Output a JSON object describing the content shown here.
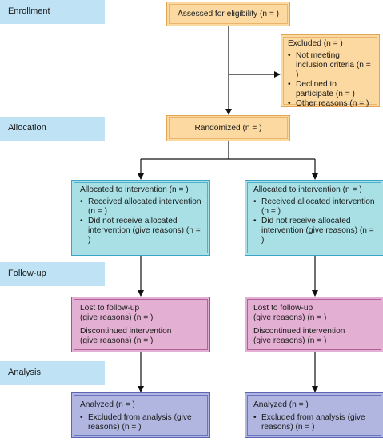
{
  "stages": {
    "enrollment": "Enrollment",
    "allocation": "Allocation",
    "followup": "Follow-up",
    "analysis": "Analysis"
  },
  "assessed": {
    "label": "Assessed for eligibility (n = )"
  },
  "excluded": {
    "title": "Excluded (n = )",
    "items": [
      "Not meeting inclusion criteria (n = )",
      "Declined to participate (n = )",
      "Other reasons (n = )"
    ]
  },
  "randomized": {
    "label": "Randomized (n = )"
  },
  "arms": [
    {
      "allocated_title": "Allocated to intervention (n = )",
      "allocated_items": [
        "Received allocated intervention (n = )",
        "Did not receive allocated intervention (give reasons) (n = )"
      ],
      "lost_line1": "Lost to follow-up",
      "lost_line2": "(give reasons) (n = )",
      "discontinued_line1": "Discontinued intervention",
      "discontinued_line2": "(give reasons) (n = )",
      "analyzed_title": "Analyzed (n = )",
      "analyzed_items": [
        "Excluded from analysis (give reasons) (n = )"
      ]
    },
    {
      "allocated_title": "Allocated to intervention (n = )",
      "allocated_items": [
        "Received allocated intervention (n = )",
        "Did not receive allocated intervention (give reasons) (n = )"
      ],
      "lost_line1": "Lost to follow-up",
      "lost_line2": "(give reasons) (n = )",
      "discontinued_line1": "Discontinued intervention",
      "discontinued_line2": "(give reasons) (n = )",
      "analyzed_title": "Analyzed (n = )",
      "analyzed_items": [
        "Excluded from analysis (give reasons) (n = )"
      ]
    }
  ]
}
